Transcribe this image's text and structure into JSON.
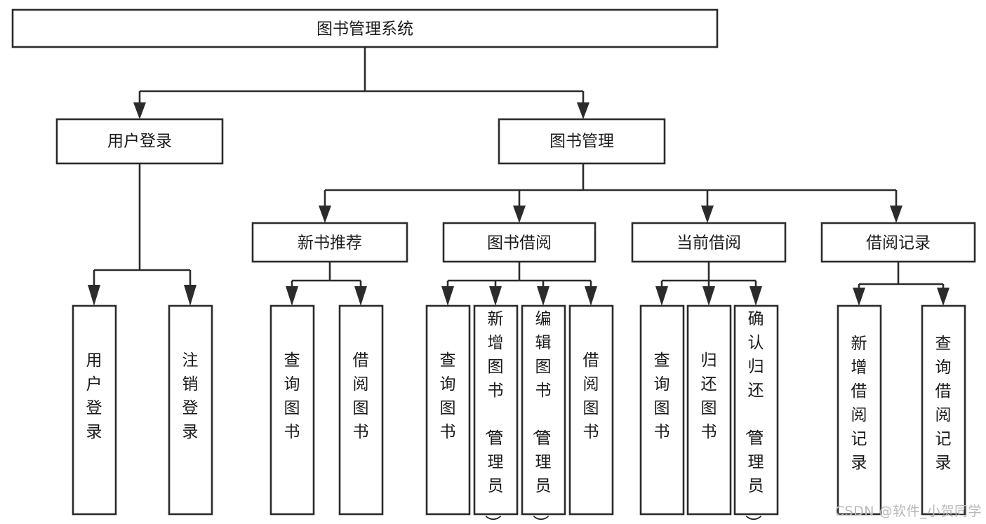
{
  "diagram": {
    "title": "图书管理系统",
    "type": "tree-hierarchy-chart",
    "root": {
      "id": "root",
      "label": "图书管理系统",
      "orientation": "horizontal"
    },
    "level2": [
      {
        "id": "user-login",
        "label": "用户登录",
        "orientation": "horizontal"
      },
      {
        "id": "book-manage",
        "label": "图书管理",
        "orientation": "horizontal"
      }
    ],
    "level3": [
      {
        "id": "new-book-recommend",
        "label": "新书推荐",
        "orientation": "horizontal"
      },
      {
        "id": "book-borrow",
        "label": "图书借阅",
        "orientation": "horizontal"
      },
      {
        "id": "current-borrow",
        "label": "当前借阅",
        "orientation": "horizontal"
      },
      {
        "id": "borrow-record",
        "label": "借阅记录",
        "orientation": "horizontal"
      }
    ],
    "leaves": [
      {
        "id": "leaf-user-login",
        "label": "用户登录",
        "parent": "user-login",
        "orientation": "vertical"
      },
      {
        "id": "leaf-user-logout",
        "label": "注销登录",
        "parent": "user-login",
        "orientation": "vertical"
      },
      {
        "id": "leaf-query-book-1",
        "label": "查询图书",
        "parent": "new-book-recommend",
        "orientation": "vertical"
      },
      {
        "id": "leaf-borrow-book-1",
        "label": "借阅图书",
        "parent": "new-book-recommend",
        "orientation": "vertical"
      },
      {
        "id": "leaf-query-book-2",
        "label": "查询图书",
        "parent": "book-borrow",
        "orientation": "vertical"
      },
      {
        "id": "leaf-add-book",
        "label": "新增图书（管理员）",
        "parent": "book-borrow",
        "orientation": "vertical"
      },
      {
        "id": "leaf-edit-book",
        "label": "编辑图书（管理员）",
        "parent": "book-borrow",
        "orientation": "vertical"
      },
      {
        "id": "leaf-borrow-book-2",
        "label": "借阅图书",
        "parent": "book-borrow",
        "orientation": "vertical"
      },
      {
        "id": "leaf-query-book-3",
        "label": "查询图书",
        "parent": "current-borrow",
        "orientation": "vertical"
      },
      {
        "id": "leaf-return-book",
        "label": "归还图书",
        "parent": "current-borrow",
        "orientation": "vertical"
      },
      {
        "id": "leaf-confirm-return",
        "label": "确认归还（管理员）",
        "parent": "current-borrow",
        "orientation": "vertical"
      },
      {
        "id": "leaf-add-record",
        "label": "新增借阅记录",
        "parent": "borrow-record",
        "orientation": "vertical"
      },
      {
        "id": "leaf-query-record",
        "label": "查询借阅记录",
        "parent": "borrow-record",
        "orientation": "vertical"
      }
    ],
    "colors": {
      "stroke": "#2b2b2b",
      "fill": "#ffffff",
      "text": "#1a1a1a",
      "watermark": "#b9b9b9",
      "background": "#ffffff"
    }
  },
  "watermark": {
    "text": "CSDN @软件_小贺同学"
  }
}
